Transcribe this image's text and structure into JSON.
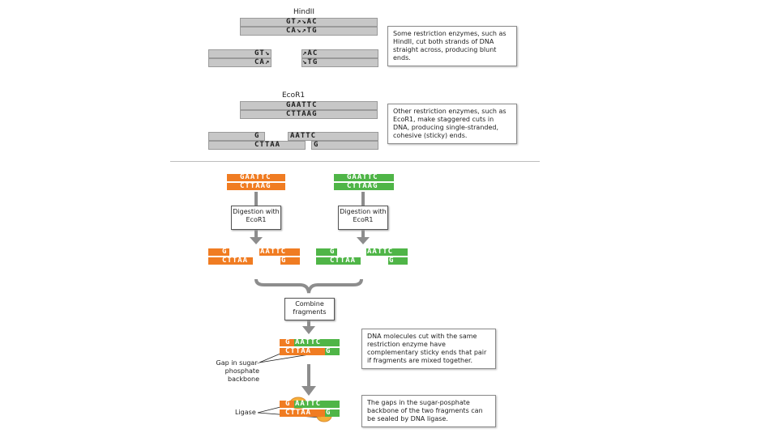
{
  "hindiii": {
    "title": "HindII",
    "top_full": "GT↗↘AC",
    "bottom_full": "CA↘↗TG",
    "left_top": "GT↘",
    "left_bottom": "CA↗",
    "right_top": "↗AC",
    "right_bottom": "↘TG",
    "note": "Some restriction enzymes, such as HindII, cut both strands of DNA straight across, producing blunt ends."
  },
  "ecori": {
    "title": "EcoR1",
    "top_full": "GAATTC",
    "bottom_full": "CTTAAG",
    "left_top": "G",
    "left_bottom": "CTTAA",
    "right_top": "AATTC",
    "right_bottom": "G",
    "note": "Other restriction enzymes, such as EcoR1, make staggered cuts in DNA, producing single-stranded, cohesive (sticky) ends."
  },
  "lower": {
    "orange_top": "GAATTC",
    "orange_bottom": "CTTAAG",
    "green_top": "GAATTC",
    "green_bottom": "CTTAAG",
    "digest_left": "Digestion with EcoR1",
    "digest_right": "Digestion with EcoR1",
    "frag_left_a_top": "G",
    "frag_left_a_bottom": "CTTAA",
    "frag_left_b_top": "AATTC",
    "frag_left_b_bottom": "G",
    "frag_right_a_top": "G",
    "frag_right_a_bottom": "CTTAA",
    "frag_right_b_top": "AATTC",
    "frag_right_b_bottom": "G",
    "combine": "Combine fragments",
    "joined_top_left": "G",
    "joined_top_right": "AATTC",
    "joined_bottom_left": "CTTAA",
    "joined_bottom_right": "G",
    "gap_label": "Gap in sugar-phosphate backbone",
    "note_sticky": "DNA molecules cut with the same restriction enzyme have complementary sticky ends that pair if fragments are mixed together.",
    "ligase_label": "Ligase",
    "note_ligase": "The gaps in the sugar-posphate backbone of the two fragments can be sealed by DNA ligase."
  },
  "colors": {
    "orange": "#f07c22",
    "green": "#4fb547",
    "gray": "#c7c7c7",
    "arrow": "#8d8d8d"
  }
}
